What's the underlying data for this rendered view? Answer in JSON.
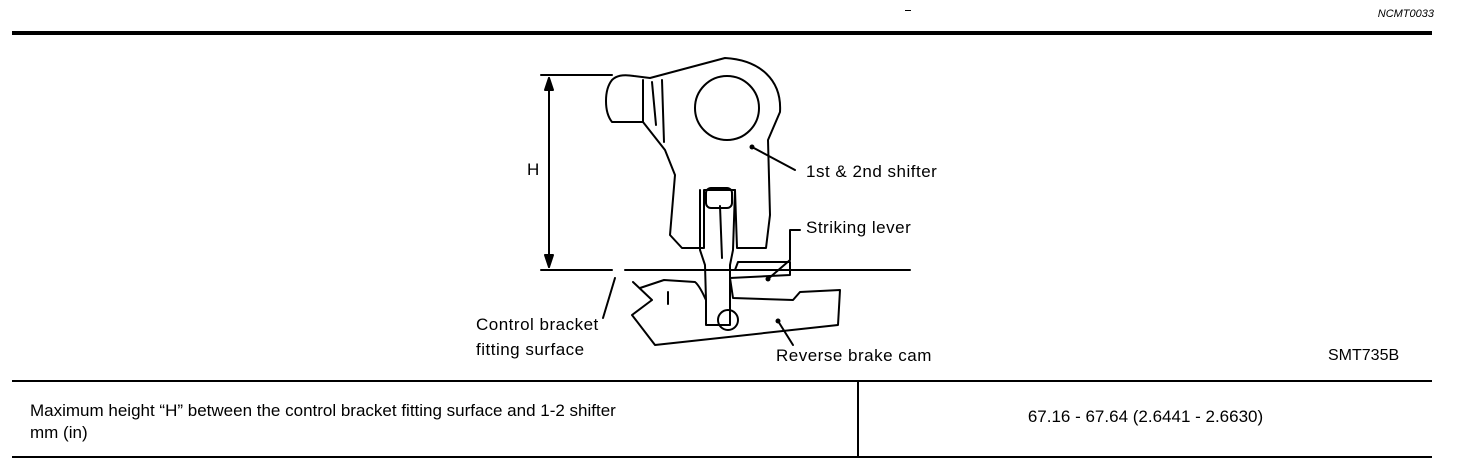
{
  "header": {
    "doc_id": "NCMT0033"
  },
  "figure": {
    "code": "SMT735B",
    "labels": {
      "height": "H",
      "shifter": "1st & 2nd shifter",
      "striking_lever": "Striking lever",
      "control_bracket_line1": "Control bracket",
      "control_bracket_line2": "fitting surface",
      "reverse_brake_cam": "Reverse brake cam"
    }
  },
  "spec": {
    "label_line1": "Maximum height “H” between the control bracket fitting surface and 1-2 shifter",
    "label_line2": "mm (in)",
    "value": "67.16 - 67.64 (2.6441 - 2.6630)"
  }
}
